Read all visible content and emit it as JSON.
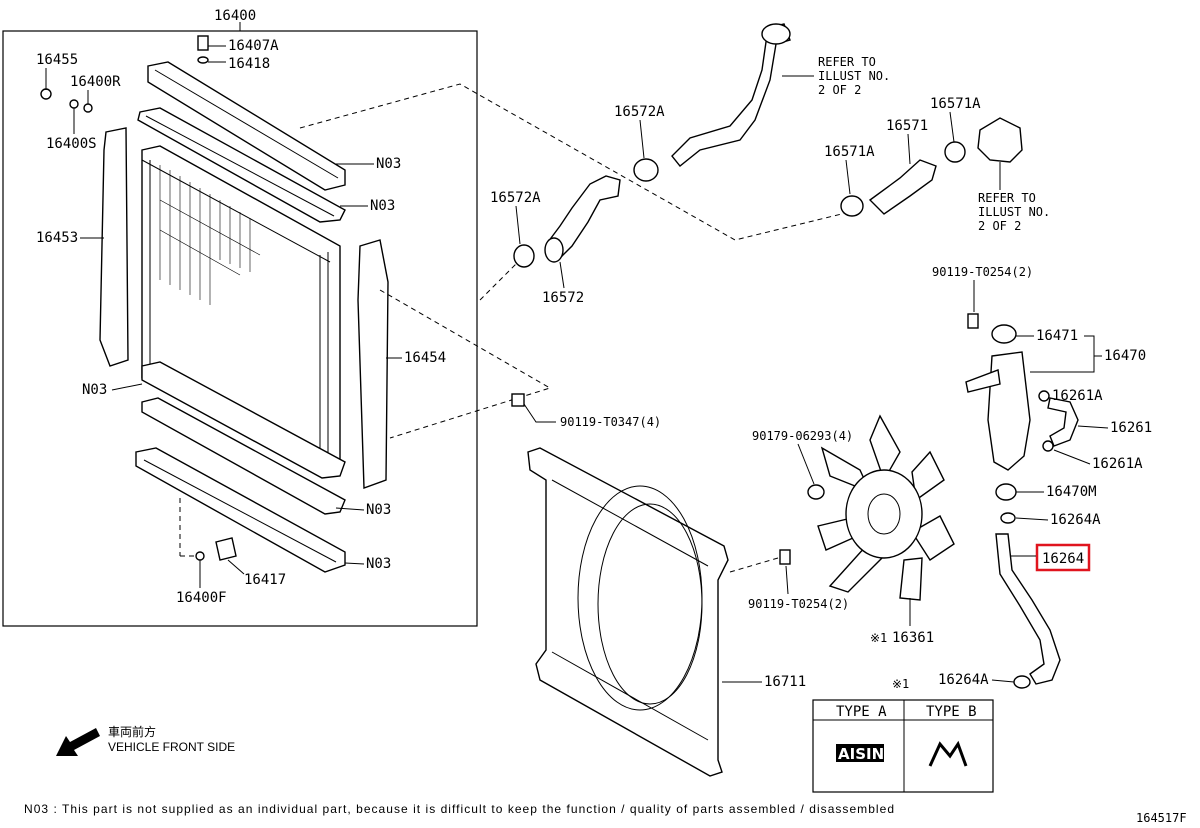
{
  "parts": {
    "radiator": "16400",
    "drain_plug_a": "16407A",
    "cap_seal": "16418",
    "bolt_16455": "16455",
    "gasket_r": "16400R",
    "gasket_s": "16400S",
    "seal_left": "16453",
    "seal_right": "16454",
    "drain_cock": "16417",
    "drain_plug_f": "16400F",
    "hose_clamp_16572a_upper": "16572A",
    "hose_clamp_16572a_lower": "16572A",
    "hose_inlet": "16572",
    "hose_outlet": "16571",
    "clamp_16571a_left": "16571A",
    "clamp_16571a_right": "16571A",
    "bolt_90119_t0254_top": "90119-T0254(2)",
    "reservoir_cap": "16471",
    "reservoir_assy": "16470",
    "clamp_16261a_top": "16261A",
    "hose_16261": "16261",
    "clamp_16261a_bottom": "16261A",
    "grommet_16470m": "16470M",
    "clamp_16264a_top": "16264A",
    "hose_16264": "16264",
    "clamp_16264a_bottom": "16264A",
    "bolt_90119_t0347": "90119-T0347(4)",
    "nut_90179": "90179-06293(4)",
    "bolt_90119_t0254_shroud": "90119-T0254(2)",
    "fan": "16361",
    "fan_mark": "※1",
    "shroud": "16711",
    "n03_a": "N03",
    "n03_b": "N03",
    "n03_c": "N03",
    "n03_d": "N03",
    "n03_e": "N03"
  },
  "refer_upper": [
    "REFER TO",
    "ILLUST NO.",
    "2 OF 2"
  ],
  "refer_right": [
    "REFER TO",
    "ILLUST NO.",
    "2 OF 2"
  ],
  "type_table": {
    "mark": "※1",
    "type_a": "TYPE A",
    "type_b": "TYPE B"
  },
  "front": {
    "jp": "車両前方",
    "en": "VEHICLE FRONT SIDE"
  },
  "footnote": "N03 : This part is not supplied as an individual part, because it is difficult to keep the function / quality of parts assembled / disassembled",
  "illust_id": "164517F",
  "highlight_color": "#e0141e"
}
